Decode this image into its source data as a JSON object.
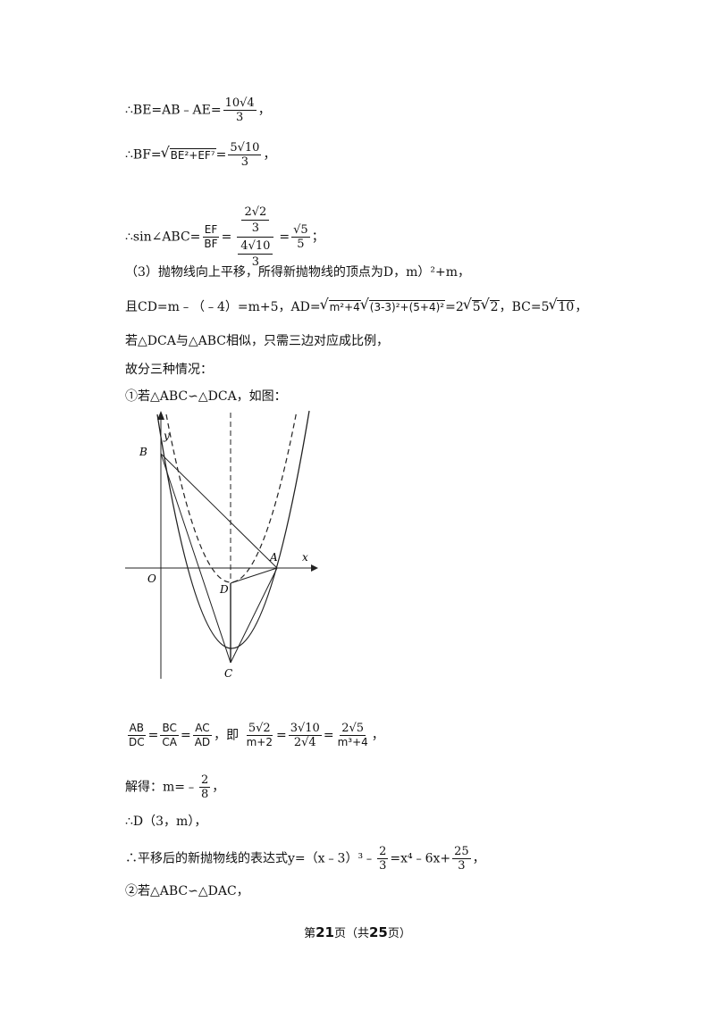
{
  "lines": {
    "be": {
      "lhs": "∴BE=AB﹣AE=",
      "num": "10√4",
      "den": "3",
      "tail": "，"
    },
    "bf": {
      "lhs": "∴BF=",
      "rad": "BE²+EF⁷",
      "eq": "=",
      "num": "5√10",
      "den": "3",
      "tail": "，"
    },
    "sin": {
      "lhs": "∴sin∠ABC=",
      "f1num": "EF",
      "f1den": "BF",
      "eq": "=",
      "f2numnum": "2√2",
      "f2numden": "3",
      "f2dennum": "4√10",
      "f2denden": "3",
      "eq2": "=",
      "f3num": "√5",
      "f3den": "5",
      "tail": "；"
    },
    "part3": "（3）抛物线向上平移，所得新抛物线的顶点为D，m）²+m，",
    "cd": {
      "a": "且CD=m﹣（﹣4）=m+5，AD=",
      "rad1": "m²+4",
      "rad2": "(3-3)²+(5+4)²",
      "b": "=2",
      "rad3": "5",
      "rad4": "2",
      "c": "，BC=5",
      "rad5": "10",
      "d": "，"
    },
    "similar": "若△DCA与△ABC相似，只需三边对应成比例，",
    "cases": "故分三种情况：",
    "case1": "①若△ABC∽△DCA，如图：",
    "ratio": {
      "f1n": "AB",
      "f1d": "DC",
      "f2n": "BC",
      "f2d": "CA",
      "f3n": "AC",
      "f3d": "AD",
      "mid": "，即",
      "g1n": "5√2",
      "g1d": "m+2",
      "g2n": "3√10",
      "g2d": "2√4",
      "g3n": "2√5",
      "g3d": "m³+4",
      "tail": "，"
    },
    "solve": {
      "a": "解得：m=﹣",
      "n": "2",
      "d": "8",
      "tail": "，"
    },
    "dpoint": "∴D（3，m），",
    "newexpr": {
      "a": "∴平移后的新抛物线的表达式y=（x﹣3）³﹣",
      "n": "2",
      "d": "3",
      "b": "=x⁴﹣6x+",
      "n2": "25",
      "d2": "3",
      "tail": "，"
    },
    "case2": "②若△ABC∽△DAC，"
  },
  "figure": {
    "labels": {
      "B": "B",
      "y": "y",
      "O": "O",
      "D": "D",
      "A": "A",
      "x": "x",
      "C": "C"
    }
  },
  "footer": {
    "prefix": "第",
    "page": "21",
    "mid": "页（共",
    "total": "25",
    "suffix": "页）"
  }
}
